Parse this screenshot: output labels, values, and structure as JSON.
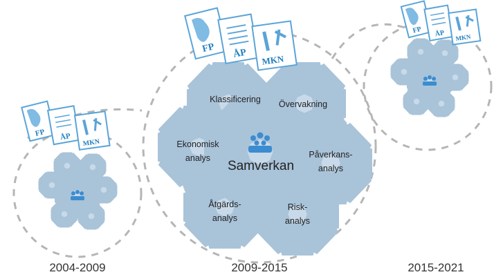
{
  "periods": [
    {
      "label": "2004-2009",
      "documents": [
        "FP",
        "ÅP",
        "MKN"
      ]
    },
    {
      "label": "2009-2015",
      "documents": [
        "FP",
        "ÅP",
        "MKN"
      ]
    },
    {
      "label": "2015-2021",
      "documents": [
        "FP",
        "ÅP",
        "MKN"
      ]
    }
  ],
  "center_label": "Samverkan",
  "gear_labels": {
    "klassificering": "Klassificering",
    "overvakning": "Övervakning",
    "ekonomisk_1": "Ekonomisk",
    "ekonomisk_2": "analys",
    "paverkans_1": "Påverkans-",
    "paverkans_2": "analys",
    "atgards_1": "Åtgärds-",
    "atgards_2": "analys",
    "risk_1": "Risk-",
    "risk_2": "analys"
  },
  "colors": {
    "gear_fill": "#c8dae9",
    "gear_stroke": "#a9c3d9",
    "dashed_circle": "#b5b5b5",
    "doc_blue": "#1f7fbf",
    "people_icon": "#3c8cd0"
  },
  "icons": [
    "document-icon",
    "gear-icon",
    "people-icon"
  ]
}
